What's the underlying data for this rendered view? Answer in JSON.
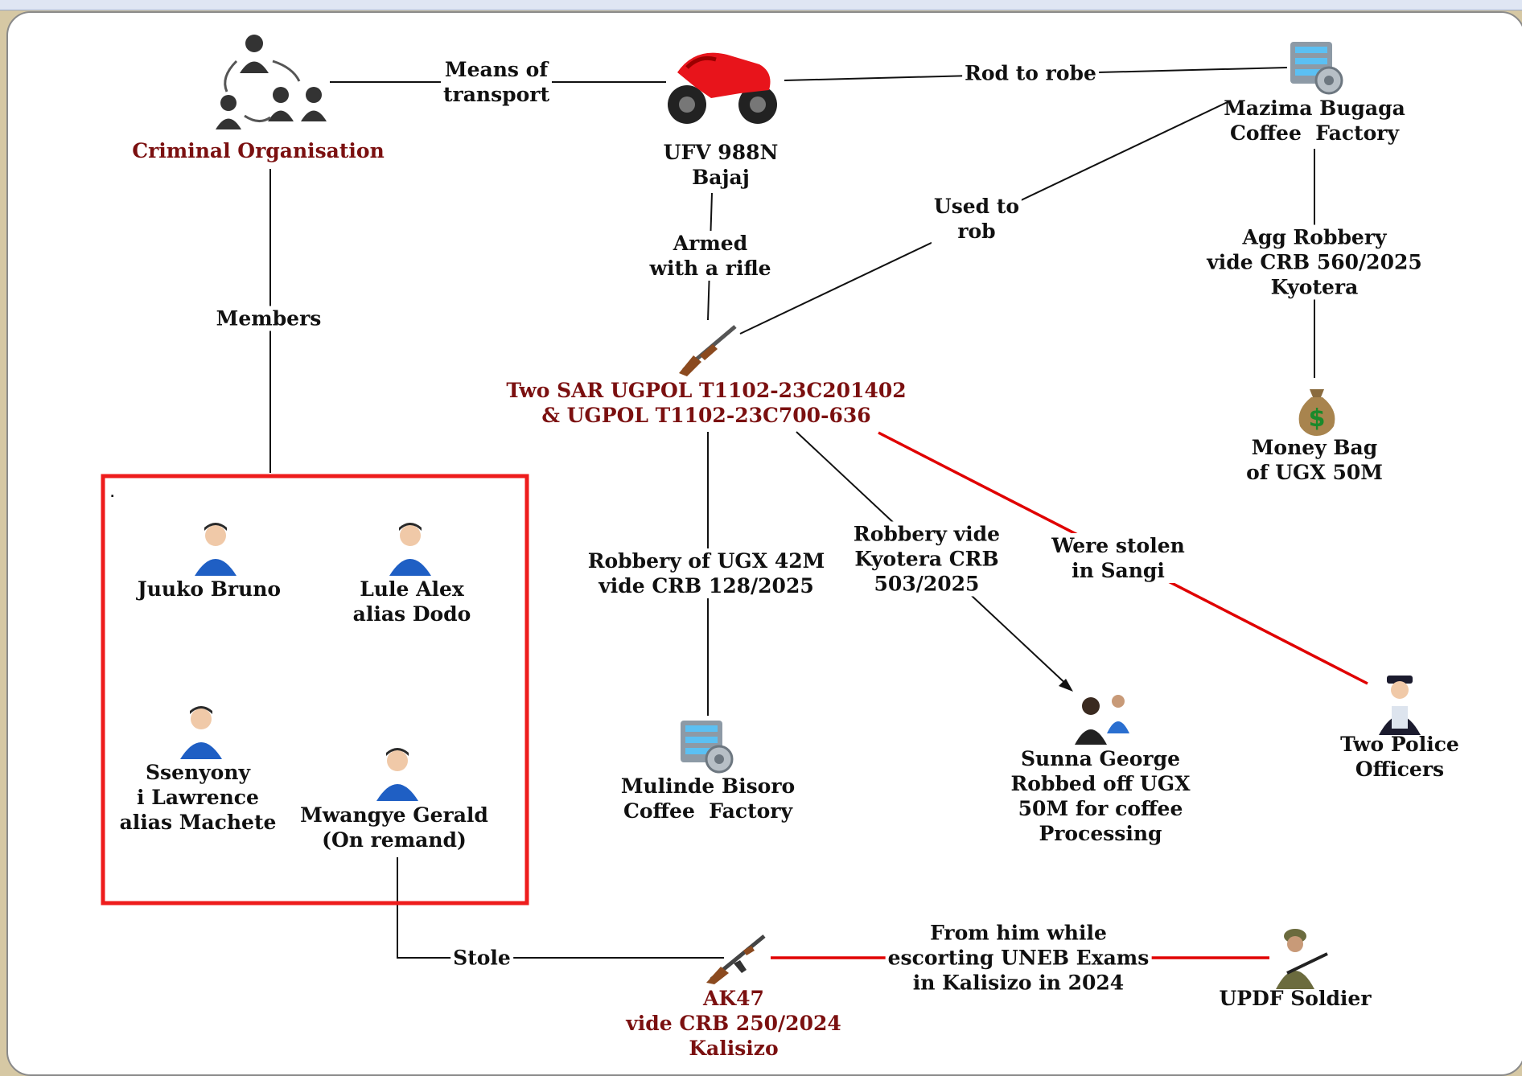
{
  "header": {
    "text": ""
  },
  "nodes": {
    "criminal_org": "Criminal Organisation",
    "motorcycle": [
      "UFV 988N",
      "Bajaj"
    ],
    "mazima": [
      "Mazima Bugaga",
      "Coffee  Factory"
    ],
    "guns": [
      "Two SAR UGPOL T1102-23C201402",
      "& UGPOL T1102-23C700-636"
    ],
    "money_bag": [
      "Money Bag",
      "of UGX 50M"
    ],
    "mulinde": [
      "Mulinde Bisoro",
      "Coffee  Factory"
    ],
    "sunna": [
      "Sunna George",
      "Robbed off UGX",
      "50M for coffee",
      "Processing"
    ],
    "police": [
      "Two Police",
      "Officers"
    ],
    "juuko": "Juuko Bruno",
    "lule": [
      "Lule Alex",
      "alias Dodo"
    ],
    "ssenyonyi": [
      "Ssenyony",
      "i Lawrence",
      "alias Machete"
    ],
    "mwangye": [
      "Mwangye Gerald",
      "(On remand)"
    ],
    "ak47": [
      "AK47",
      "vide CRB 250/2024",
      "Kalisizo"
    ],
    "soldier": "UPDF Soldier",
    "members_box_dot": "."
  },
  "edges": {
    "means_of_transport": [
      "Means of",
      "transport"
    ],
    "rod_to_robe": "Rod to robe",
    "used_to_rob": [
      "Used to",
      "rob"
    ],
    "armed_with_rifle": [
      "Armed",
      "with a rifle"
    ],
    "agg_robbery": [
      "Agg Robbery",
      "vide CRB 560/2025",
      "Kyotera"
    ],
    "members": "Members",
    "robbery_42m": [
      "Robbery of UGX 42M",
      "vide CRB 128/2025"
    ],
    "robbery_kyotera": [
      "Robbery vide",
      "Kyotera CRB",
      "503/2025"
    ],
    "were_stolen": [
      "Were stolen",
      "in Sangi"
    ],
    "stole": "Stole",
    "from_him": [
      "From him while",
      "escorting UNEB Exams",
      "in Kalisizo in 2024"
    ]
  },
  "icons": {
    "criminal_org": "group-of-men-icon",
    "motorcycle": "red-motorcycle-icon",
    "factory": "factory-gear-icon",
    "gun": "shotgun-icon",
    "money": "money-bag-icon",
    "person": "person-icon",
    "police": "police-officer-icon",
    "meeting": "two-people-icon",
    "rifle": "ak47-rifle-icon",
    "soldier": "soldier-icon"
  },
  "colors": {
    "red_line": "#e00000",
    "box_border": "#ee1c1c",
    "dark_red_text": "#7b1010",
    "black_line": "#111111"
  }
}
